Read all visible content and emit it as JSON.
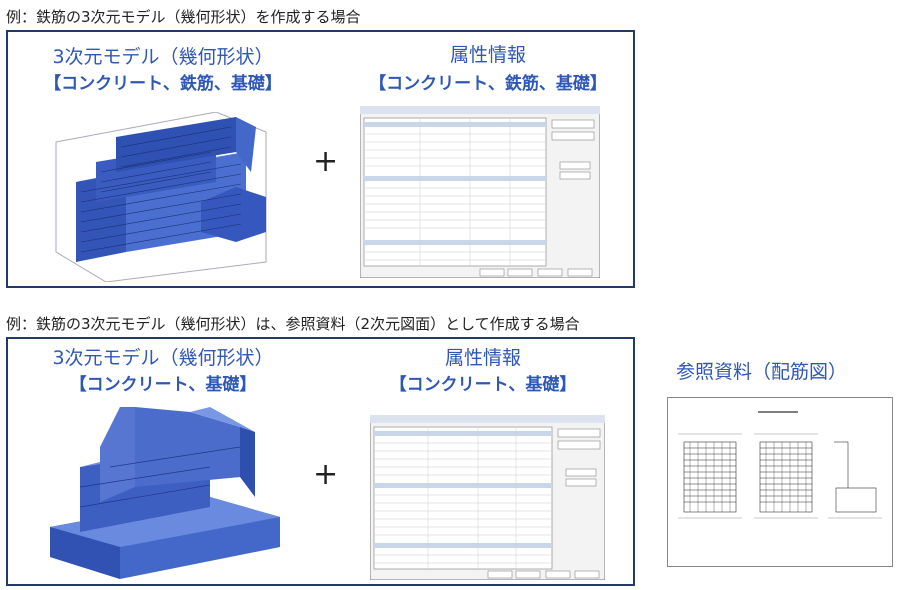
{
  "top": {
    "caption": "例：鉄筋の3次元モデル（幾何形状）を作成する場合",
    "left_title": "3次元モデル（幾何形状）",
    "left_sub": "【コンクリート、鉄筋、基礎】",
    "plus": "+",
    "right_title": "属性情報",
    "right_sub": "【コンクリート、鉄筋、基礎】"
  },
  "bottom": {
    "caption": "例：鉄筋の3次元モデル（幾何形状）は、参照資料（2次元図面）として作成する場合",
    "left_title": "3次元モデル（幾何形状）",
    "left_sub": "【コンクリート、基礎】",
    "plus": "+",
    "right_title": "属性情報",
    "right_sub": "【コンクリート、基礎】",
    "ref_title": "参照資料（配筋図）"
  },
  "colors": {
    "accent": "#2f58b6",
    "border": "#243a6b",
    "model_blue": "#3b5fc0"
  }
}
